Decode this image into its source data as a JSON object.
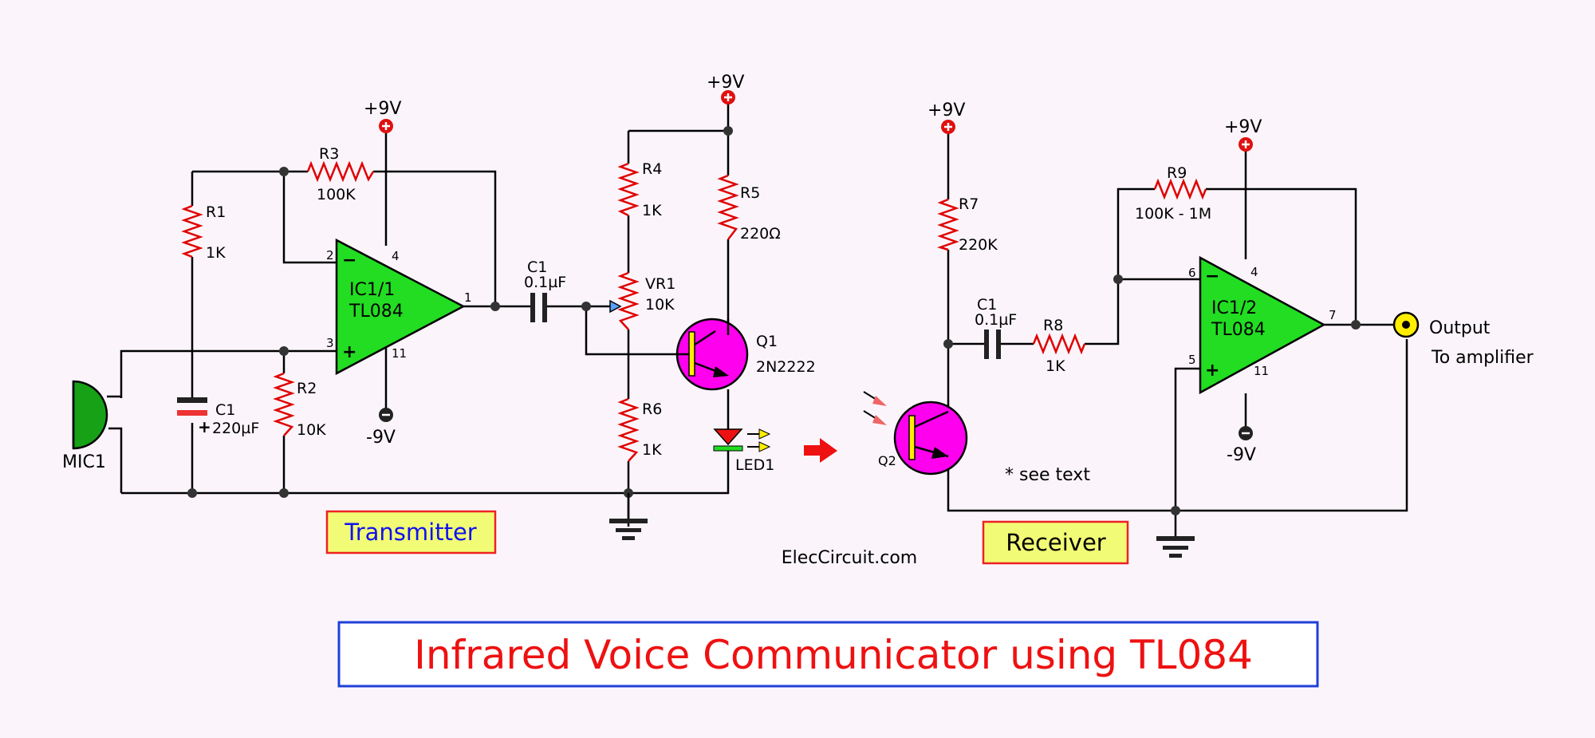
{
  "title": "Infrared Voice Communicator using TL084",
  "credit": "ElecCircuit.com",
  "sections": {
    "transmitter": "Transmitter",
    "receiver": "Receiver"
  },
  "note": "* see text",
  "output": {
    "label": "Output",
    "sub": "To amplifier"
  },
  "colors": {
    "background": "#fbf5fb",
    "opamp": "#22dd22",
    "transistor": "#ff00ee",
    "resistor": "#e00000",
    "title_text": "#ee1111",
    "title_border": "#1f3fd8",
    "section_box": "#f2fb75",
    "transmitter_text": "#1111ee"
  },
  "transmitter": {
    "supply_pos": "+9V",
    "supply_pos_ic": "+9V",
    "supply_neg": "-9V",
    "r1": {
      "name": "R1",
      "value": "1K"
    },
    "r2": {
      "name": "R2",
      "value": "10K"
    },
    "r3": {
      "name": "R3",
      "value": "100K"
    },
    "r4": {
      "name": "R4",
      "value": "1K"
    },
    "r5": {
      "name": "R5",
      "value": "220Ω"
    },
    "r6": {
      "name": "R6",
      "value": "1K"
    },
    "vr1": {
      "name": "VR1",
      "value": "10K"
    },
    "c1_in": {
      "name": "C1",
      "value": "220µF"
    },
    "c1_out": {
      "name": "C1",
      "value": "0.1µF"
    },
    "mic": "MIC1",
    "ic": {
      "name": "IC1/1",
      "part": "TL084",
      "pins": [
        "2",
        "3",
        "4",
        "11",
        "1"
      ]
    },
    "q1": {
      "name": "Q1",
      "part": "2N2222"
    },
    "led": "LED1"
  },
  "receiver": {
    "supply_pos_left": "+9V",
    "supply_pos_ic": "+9V",
    "supply_neg": "-9V",
    "r7": {
      "name": "R7",
      "value": "220K"
    },
    "r8": {
      "name": "R8",
      "value": "1K"
    },
    "r9": {
      "name": "R9",
      "value": "100K - 1M"
    },
    "c1": {
      "name": "C1",
      "value": "0.1µF"
    },
    "ic": {
      "name": "IC1/2",
      "part": "TL084",
      "pins": [
        "6",
        "5",
        "4",
        "11",
        "7"
      ]
    },
    "q2": "Q2"
  }
}
